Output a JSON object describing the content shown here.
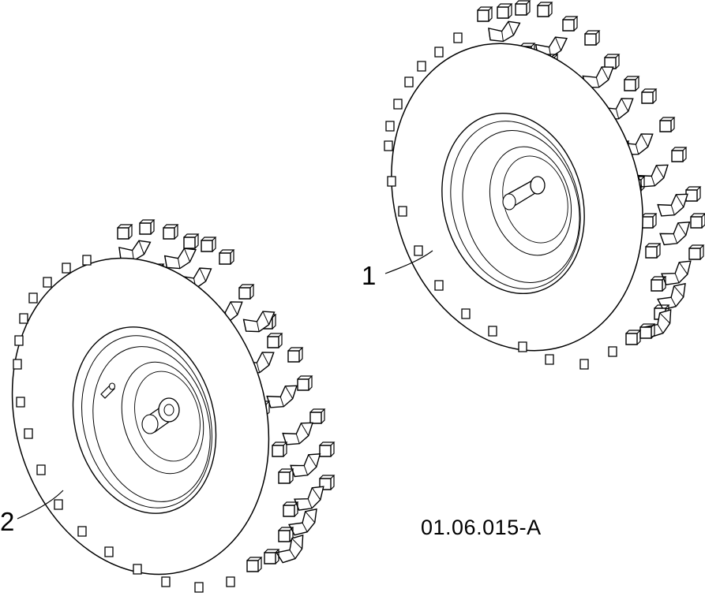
{
  "callouts": [
    {
      "id": "1",
      "text": "1"
    },
    {
      "id": "2",
      "text": "2"
    }
  ],
  "reference_code": "01.06.015-A",
  "colors": {
    "line": "#000000",
    "background": "#ffffff"
  }
}
